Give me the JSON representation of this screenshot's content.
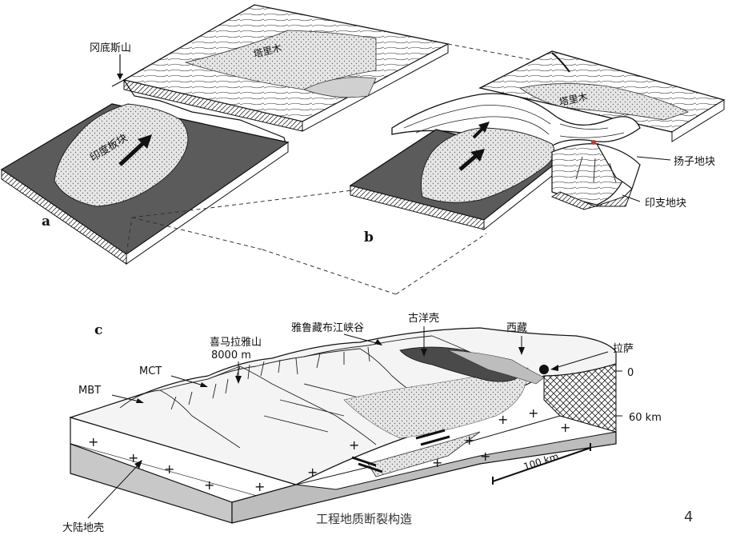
{
  "panels": {
    "a": {
      "letter": "a",
      "labels": {
        "gangdise": "冈底斯山",
        "tarim": "塔里木",
        "indian_plate": "印度板块"
      }
    },
    "b": {
      "letter": "b",
      "labels": {
        "tarim": "塔里木",
        "yangtze_block": "扬子地块",
        "indochina_block": "印支地块"
      }
    },
    "c": {
      "letter": "c",
      "labels": {
        "yarlung_gorge": "雅鲁藏布江峡谷",
        "paleo_ocean_crust": "古洋壳",
        "tibet": "西藏",
        "lhasa": "拉萨",
        "himalaya": "喜马拉雅山",
        "himalaya_elev": "8000 m",
        "mct": "MCT",
        "mbt": "MBT",
        "depth_0": "0",
        "depth_60": "60 km",
        "scale": "100 km",
        "continental_crust": "大陆地壳"
      }
    }
  },
  "footer": {
    "title": "工程地质断裂构造",
    "page": "4"
  },
  "colors": {
    "dark_block": "#5b5b5b",
    "dot_fill": "#d9d9d9",
    "line": "#111111"
  }
}
